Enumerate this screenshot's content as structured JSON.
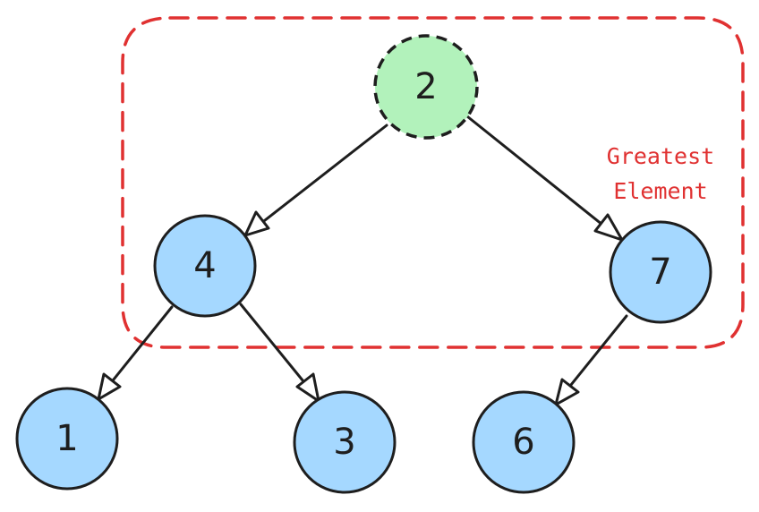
{
  "nodes": [
    {
      "id": "n2",
      "label": "2",
      "state": "highlighted"
    },
    {
      "id": "n4",
      "label": "4",
      "state": "normal"
    },
    {
      "id": "n7",
      "label": "7",
      "state": "normal"
    },
    {
      "id": "n1",
      "label": "1",
      "state": "normal"
    },
    {
      "id": "n3",
      "label": "3",
      "state": "normal"
    },
    {
      "id": "n6",
      "label": "6",
      "state": "normal"
    }
  ],
  "edges": [
    {
      "from": "n2",
      "to": "n4"
    },
    {
      "from": "n2",
      "to": "n7"
    },
    {
      "from": "n4",
      "to": "n1"
    },
    {
      "from": "n4",
      "to": "n3"
    },
    {
      "from": "n7",
      "to": "n6"
    }
  ],
  "annotation": {
    "line1": "Greatest",
    "line2": "Element"
  },
  "colors": {
    "node_fill": "#a5d8ff",
    "highlight_fill": "#b2f2bb",
    "stroke": "#1e1e1e",
    "annotation": "#e03131"
  }
}
